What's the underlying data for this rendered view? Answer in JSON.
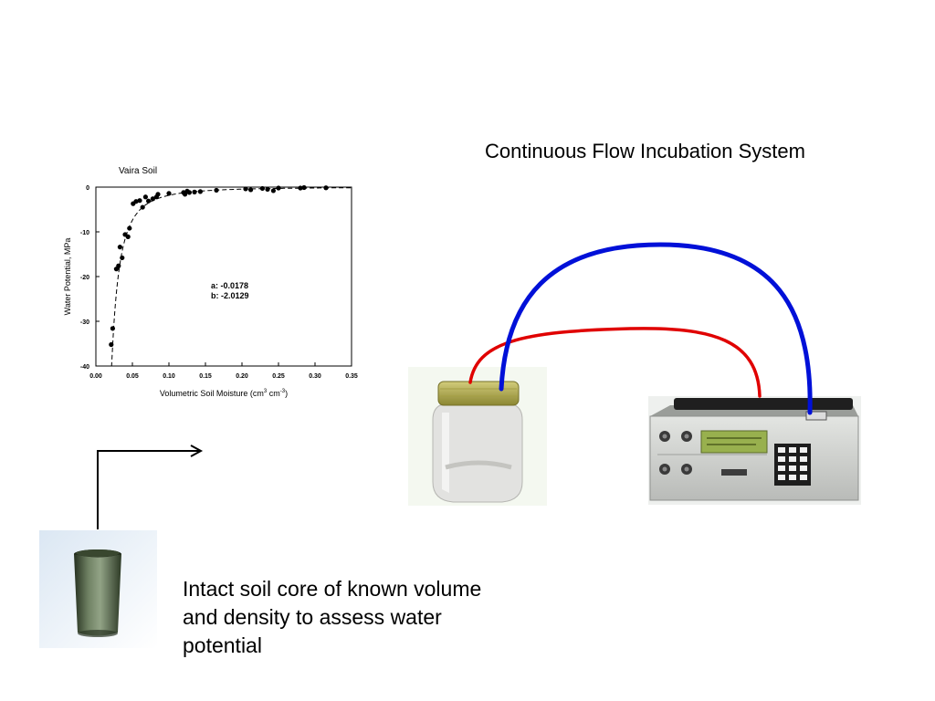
{
  "slide": {
    "title": "Continuous Flow Incubation System",
    "caption": "Intact soil core of known volume and density to assess water potential"
  },
  "chart_data": {
    "type": "scatter",
    "title": "Vaira Soil",
    "xlabel_main": "Volumetric Soil Moisture (cm",
    "xlabel_sup1": "3",
    "xlabel_mid": " cm",
    "xlabel_sup2": "-3",
    "xlabel_end": ")",
    "ylabel": "Water Potential, MPa",
    "xlim": [
      0,
      0.35
    ],
    "ylim": [
      -40,
      0
    ],
    "xticks": [
      0.0,
      0.05,
      0.1,
      0.15,
      0.2,
      0.25,
      0.3,
      0.35
    ],
    "xtick_labels": [
      "0.00",
      "0.05",
      "0.10",
      "0.15",
      "0.20",
      "0.25",
      "0.30",
      "0.35"
    ],
    "yticks": [
      0,
      -10,
      -20,
      -30,
      -40
    ],
    "ytick_labels": [
      "0",
      "-10",
      "-20",
      "-30",
      "-40"
    ],
    "annotation_a": "a:  -0.0178",
    "annotation_b": "b: -2.0129",
    "fit": {
      "a": -0.0178,
      "b": -2.0129
    },
    "points": [
      [
        0.021,
        -35.2
      ],
      [
        0.023,
        -31.6
      ],
      [
        0.028,
        -18.3
      ],
      [
        0.031,
        -17.6
      ],
      [
        0.033,
        -13.4
      ],
      [
        0.036,
        -15.8
      ],
      [
        0.04,
        -10.6
      ],
      [
        0.044,
        -11.1
      ],
      [
        0.046,
        -9.2
      ],
      [
        0.051,
        -3.7
      ],
      [
        0.055,
        -3.2
      ],
      [
        0.06,
        -3.0
      ],
      [
        0.064,
        -4.5
      ],
      [
        0.068,
        -2.2
      ],
      [
        0.072,
        -3.1
      ],
      [
        0.078,
        -2.6
      ],
      [
        0.083,
        -2.2
      ],
      [
        0.085,
        -1.6
      ],
      [
        0.1,
        -1.4
      ],
      [
        0.12,
        -1.2
      ],
      [
        0.122,
        -1.6
      ],
      [
        0.125,
        -0.9
      ],
      [
        0.128,
        -1.2
      ],
      [
        0.135,
        -1.1
      ],
      [
        0.143,
        -1.0
      ],
      [
        0.165,
        -0.7
      ],
      [
        0.205,
        -0.4
      ],
      [
        0.212,
        -0.6
      ],
      [
        0.228,
        -0.3
      ],
      [
        0.235,
        -0.5
      ],
      [
        0.243,
        -0.8
      ],
      [
        0.25,
        -0.2
      ],
      [
        0.28,
        -0.2
      ],
      [
        0.285,
        -0.1
      ],
      [
        0.315,
        -0.15
      ]
    ]
  }
}
